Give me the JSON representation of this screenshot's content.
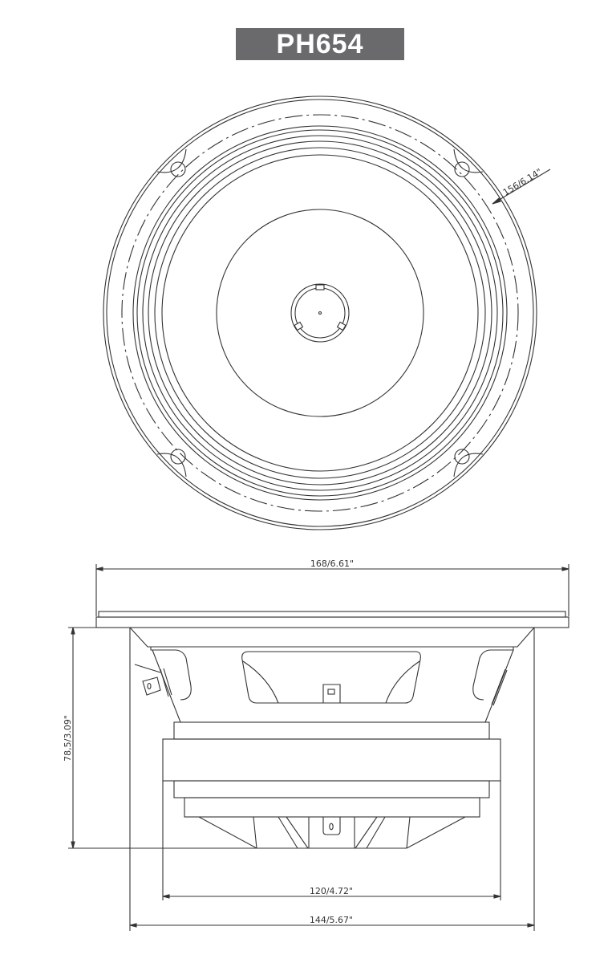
{
  "title": "PH654",
  "colors": {
    "title_bg": "#6a6a6c",
    "title_text": "#ffffff",
    "line": "#333333"
  },
  "front_view": {
    "mounting_diameter_label": "156/6.14\"",
    "mounting_holes": 4
  },
  "side_view": {
    "overall_diameter_label": "168/6.61\"",
    "depth_label": "78,5/3.09\"",
    "magnet_diameter_label": "120/4.72\"",
    "basket_diameter_label": "144/5.67\""
  }
}
